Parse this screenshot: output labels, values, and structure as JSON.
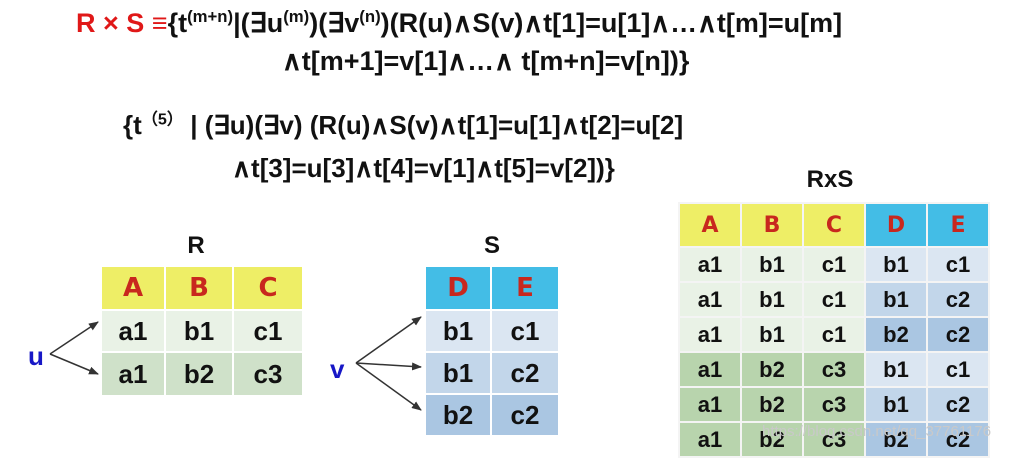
{
  "formula1": {
    "lhs": "R × S",
    "equiv": "≡",
    "part1": "{t",
    "sup1": "(m+n)",
    "part2": "|(∃u",
    "sup2": "(m)",
    "part3": ")(∃v",
    "sup3": "(n)",
    "part4": ")(R(u)∧S(v)∧t[1]=u[1]∧…∧t[m]=u[m]",
    "line2": "∧t[m+1]=v[1]∧…∧ t[m+n]=v[n])}"
  },
  "formula2": {
    "part1": "{t",
    "sup": "（5）",
    "part2": "| (∃u)(∃v) (R(u)∧S(v)∧t[1]=u[1]∧t[2]=u[2]",
    "line2": "∧t[3]=u[3]∧t[4]=v[1]∧t[5]=v[2])}"
  },
  "tables": {
    "R": {
      "title": "R",
      "headers": [
        "A",
        "B",
        "C"
      ],
      "rows": [
        [
          "a1",
          "b1",
          "c1"
        ],
        [
          "a1",
          "b2",
          "c3"
        ]
      ]
    },
    "S": {
      "title": "S",
      "headers": [
        "D",
        "E"
      ],
      "rows": [
        [
          "b1",
          "c1"
        ],
        [
          "b1",
          "c2"
        ],
        [
          "b2",
          "c2"
        ]
      ]
    },
    "RxS": {
      "title": "RxS",
      "headers": [
        "A",
        "B",
        "C",
        "D",
        "E"
      ],
      "rows": [
        [
          "a1",
          "b1",
          "c1",
          "b1",
          "c1"
        ],
        [
          "a1",
          "b1",
          "c1",
          "b1",
          "c2"
        ],
        [
          "a1",
          "b1",
          "c1",
          "b2",
          "c2"
        ],
        [
          "a1",
          "b2",
          "c3",
          "b1",
          "c1"
        ],
        [
          "a1",
          "b2",
          "c3",
          "b1",
          "c2"
        ],
        [
          "a1",
          "b2",
          "c3",
          "b2",
          "c2"
        ]
      ]
    }
  },
  "labels": {
    "u": "u",
    "v": "v"
  },
  "watermark": "https://blog.csdn.net/qq_37761176",
  "colors": {
    "relation_symbol": "#e01818",
    "header_text": "#c8281e",
    "header_yellow": "#eeee66",
    "header_cyan": "#43bde6",
    "variable_blue": "#1717c6"
  }
}
